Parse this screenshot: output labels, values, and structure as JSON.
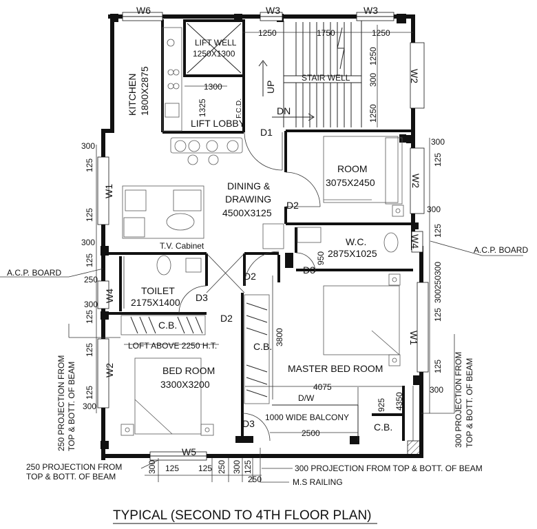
{
  "title": "TYPICAL (SECOND TO 4TH FLOOR PLAN)",
  "rooms": {
    "kitchen": {
      "name": "KITCHEN",
      "size": "1800X2875"
    },
    "lift_well": {
      "name": "LIFT WELL",
      "size": "1250X1300"
    },
    "stair_well": "STAIR WELL",
    "lift_lobby": "LIFT LOBBY",
    "fcd": "F.C.D.",
    "room": {
      "name": "ROOM",
      "size": "3075X2450"
    },
    "dining": {
      "line1": "DINING &",
      "line2": "DRAWING",
      "size": "4500X3125"
    },
    "wc": {
      "name": "W.C.",
      "size": "2875X1025"
    },
    "toilet": {
      "name": "TOILET",
      "size": "2175X1400"
    },
    "tv": "T.V. Cabinet",
    "cb": "C.B.",
    "loft": "LOFT ABOVE 2250 H.T.",
    "bed": {
      "name": "BED ROOM",
      "size": "3300X3200"
    },
    "master": "MASTER BED ROOM",
    "balcony": "1000 WIDE BALCONY",
    "dw": "D/W"
  },
  "windows": {
    "w1": "W1",
    "w2": "W2",
    "w3": "W3",
    "w4": "W4",
    "w5": "W5",
    "w6": "W6"
  },
  "doors": {
    "d1": "D1",
    "d2": "D2",
    "d3": "D3"
  },
  "arrows": {
    "up": "UP",
    "dn": "DN"
  },
  "dims": {
    "d1250": "1250",
    "d1750": "1750",
    "d1300": "1300",
    "d1325": "1325",
    "d300": "300",
    "d125": "125",
    "d250": "250",
    "d950": "950",
    "d3800": "3800",
    "d4075": "4075",
    "d4350": "4350",
    "d925": "925",
    "d2500": "2500"
  },
  "notes": {
    "acp": "A.C.P. BOARD",
    "p250_l1": "250 PROJECTION FROM",
    "p250_l2": "TOP & BOTT. OF BEAM",
    "p300_l1": "300 PROJECTION FROM",
    "p300_l2": "TOP & BOTT. OF BEAM",
    "p300_bottom": "300 PROJECTION FROM TOP & BOTT. OF BEAM",
    "ms_railing": "M.S RAILING"
  }
}
